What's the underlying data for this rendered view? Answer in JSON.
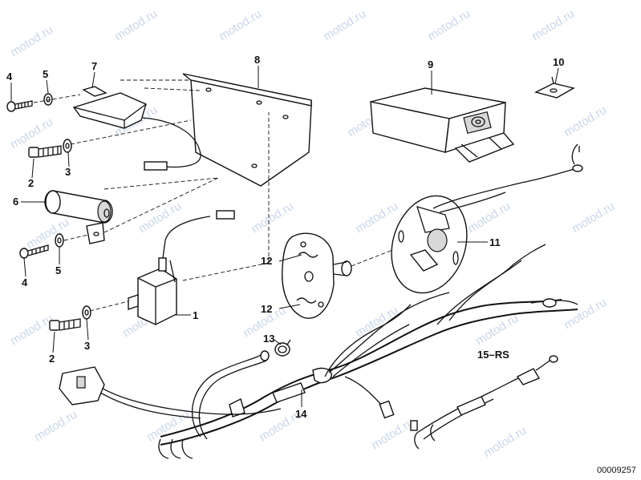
{
  "watermark": "motod.ru",
  "diagram_id": "00009257",
  "callouts": {
    "c1": "1",
    "c2a": "2",
    "c2b": "2",
    "c3a": "3",
    "c3b": "3",
    "c4a": "4",
    "c4b": "4",
    "c5a": "5",
    "c5b": "5",
    "c6": "6",
    "c7": "7",
    "c8": "8",
    "c9": "9",
    "c10": "10",
    "c11": "11",
    "c12a": "12",
    "c12b": "12",
    "c13": "13",
    "c14": "14",
    "c15": "15–RS"
  }
}
